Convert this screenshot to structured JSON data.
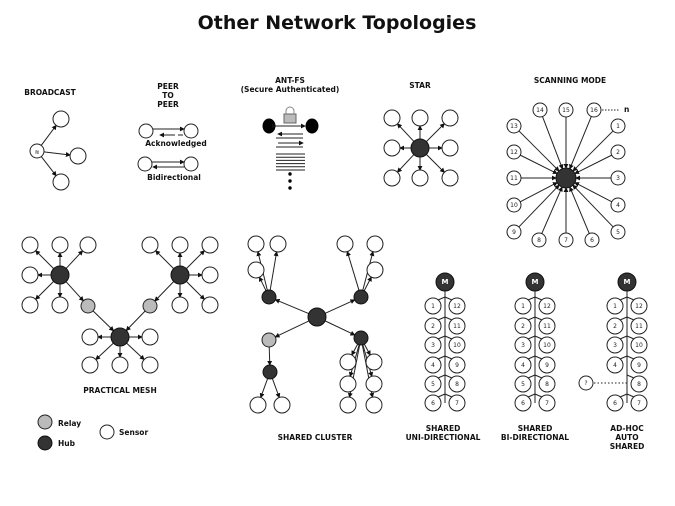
{
  "title": "Other Network Topologies",
  "broadcast": {
    "label": "BROADCAST"
  },
  "peer": {
    "label1": "PEER",
    "label2": "TO",
    "label3": "PEER",
    "ack": "Acknowledged",
    "bidir": "Bidirectional"
  },
  "antfs": {
    "label1": "ANT-FS",
    "label2": "(Secure Authenticated)"
  },
  "star": {
    "label": "STAR"
  },
  "scanning": {
    "label": "SCANNING MODE",
    "n_label": "n",
    "nodes": [
      "14",
      "15",
      "16",
      "1",
      "2",
      "3",
      "4",
      "5",
      "6",
      "7",
      "8",
      "9",
      "10",
      "11",
      "12",
      "13"
    ]
  },
  "mesh": {
    "label": "PRACTICAL MESH"
  },
  "legend": {
    "relay": "Relay",
    "hub": "Hub",
    "sensor": "Sensor"
  },
  "cluster": {
    "label": "SHARED CLUSTER"
  },
  "shared": [
    {
      "m": "M",
      "label1": "SHARED",
      "label2": "UNI-DIRECTIONAL",
      "label3": "",
      "left": [
        "1",
        "2",
        "3",
        "4",
        "5",
        "6"
      ],
      "right": [
        "12",
        "11",
        "10",
        "9",
        "8",
        "7"
      ]
    },
    {
      "m": "M",
      "label1": "SHARED",
      "label2": "BI-DIRECTIONAL",
      "label3": "",
      "left": [
        "1",
        "2",
        "3",
        "4",
        "5",
        "6"
      ],
      "right": [
        "12",
        "11",
        "10",
        "9",
        "8",
        "7"
      ]
    },
    {
      "m": "M",
      "label1": "AD-HOC",
      "label2": "AUTO",
      "label3": "SHARED",
      "left": [
        "1",
        "2",
        "3",
        "4",
        "",
        "6"
      ],
      "right": [
        "12",
        "11",
        "10",
        "9",
        "8",
        "7"
      ],
      "unknown": "?"
    }
  ],
  "colors": {
    "hub": "#333333",
    "relay": "#bbbbbb",
    "sensor": "#ffffff"
  }
}
